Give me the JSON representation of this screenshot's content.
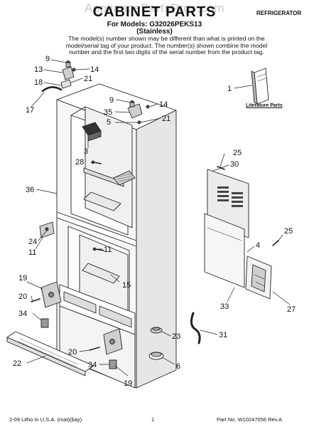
{
  "header": {
    "watermark": "AppliancePartsPros.com",
    "title": "CABINET PARTS",
    "appliance_type": "REFRIGERATOR",
    "models_line": "For Models: G32026PEKS13",
    "variant": "(Stainless)",
    "intro_text": "The model(s) number shown may be different than what is printed on the model/serial tag of your product. The number(s) shown combine the model number and the first two digits of the serial number from the product tag."
  },
  "literature_label": "Literature Parts",
  "footer": {
    "left": "2-09 Litho In U.S.A. (mat)(bay)",
    "center": "1",
    "right": "Part No. W10247056 Rev.A"
  },
  "callouts": [
    {
      "id": "c9a",
      "label": "9"
    },
    {
      "id": "c13",
      "label": "13"
    },
    {
      "id": "c14a",
      "label": "14"
    },
    {
      "id": "c21a",
      "label": "21"
    },
    {
      "id": "c18",
      "label": "18"
    },
    {
      "id": "c17",
      "label": "17"
    },
    {
      "id": "c1",
      "label": "1"
    },
    {
      "id": "c9b",
      "label": "9"
    },
    {
      "id": "c14b",
      "label": "14"
    },
    {
      "id": "c35",
      "label": "35"
    },
    {
      "id": "c5",
      "label": "5"
    },
    {
      "id": "c21b",
      "label": "21"
    },
    {
      "id": "c3",
      "label": "3"
    },
    {
      "id": "c28",
      "label": "28"
    },
    {
      "id": "c25a",
      "label": "25"
    },
    {
      "id": "c30",
      "label": "30"
    },
    {
      "id": "c36",
      "label": "36"
    },
    {
      "id": "c24",
      "label": "24"
    },
    {
      "id": "c11a",
      "label": "11"
    },
    {
      "id": "c11b",
      "label": "11"
    },
    {
      "id": "c25b",
      "label": "25"
    },
    {
      "id": "c4",
      "label": "4"
    },
    {
      "id": "c15",
      "label": "15"
    },
    {
      "id": "c19a",
      "label": "19"
    },
    {
      "id": "c20a",
      "label": "20"
    },
    {
      "id": "c34a",
      "label": "34"
    },
    {
      "id": "c33",
      "label": "33"
    },
    {
      "id": "c27",
      "label": "27"
    },
    {
      "id": "c31",
      "label": "31"
    },
    {
      "id": "c22",
      "label": "22"
    },
    {
      "id": "c20b",
      "label": "20"
    },
    {
      "id": "c23",
      "label": "23"
    },
    {
      "id": "c34b",
      "label": "34"
    },
    {
      "id": "c6",
      "label": "6"
    },
    {
      "id": "c19b",
      "label": "19"
    }
  ]
}
